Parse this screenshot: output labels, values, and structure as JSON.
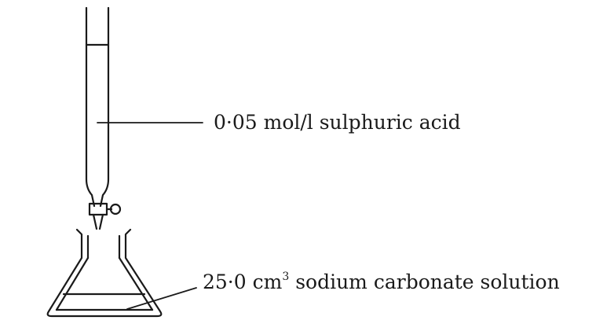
{
  "diagram": {
    "labels": {
      "acid": "0·05 mol/l sulphuric acid",
      "carbonate_prefix": "25·0 cm",
      "carbonate_superscript": "3",
      "carbonate_suffix": " sodium carbonate solution"
    }
  }
}
